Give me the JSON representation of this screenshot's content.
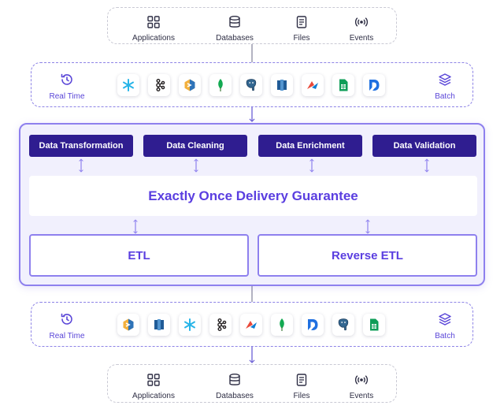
{
  "sources": {
    "items": [
      {
        "label": "Applications",
        "icon": "grid-icon"
      },
      {
        "label": "Databases",
        "icon": "database-icon"
      },
      {
        "label": "Files",
        "icon": "file-icon"
      },
      {
        "label": "Events",
        "icon": "broadcast-icon"
      }
    ]
  },
  "ingest": {
    "left_mode": "Real Time",
    "right_mode": "Batch",
    "connectors": [
      "snowflake-icon",
      "kafka-icon",
      "amazon-s3-icon",
      "mongodb-icon",
      "postgresql-icon",
      "amazon-redshift-icon",
      "azure-data-factory-icon",
      "google-sheets-icon",
      "dbt-icon"
    ]
  },
  "processing": {
    "steps": [
      "Data Transformation",
      "Data Cleaning",
      "Data Enrichment",
      "Data Validation"
    ],
    "guarantee": "Exactly Once Delivery Guarantee",
    "etl": "ETL",
    "reverse_etl": "Reverse ETL"
  },
  "egress": {
    "left_mode": "Real Time",
    "right_mode": "Batch",
    "connectors": [
      "amazon-s3-icon",
      "amazon-redshift-icon",
      "snowflake-icon",
      "kafka-icon",
      "azure-data-factory-icon",
      "mongodb-icon",
      "dbt-icon",
      "postgresql-icon",
      "google-sheets-icon"
    ]
  },
  "destinations": {
    "items": [
      {
        "label": "Applications",
        "icon": "grid-icon"
      },
      {
        "label": "Databases",
        "icon": "database-icon"
      },
      {
        "label": "Files",
        "icon": "file-icon"
      },
      {
        "label": "Events",
        "icon": "broadcast-icon"
      }
    ]
  },
  "colors": {
    "accent": "#5a3ee0",
    "pill": "#2f1d90",
    "border": "#8e80ee",
    "panel": "#f1f0fd"
  }
}
